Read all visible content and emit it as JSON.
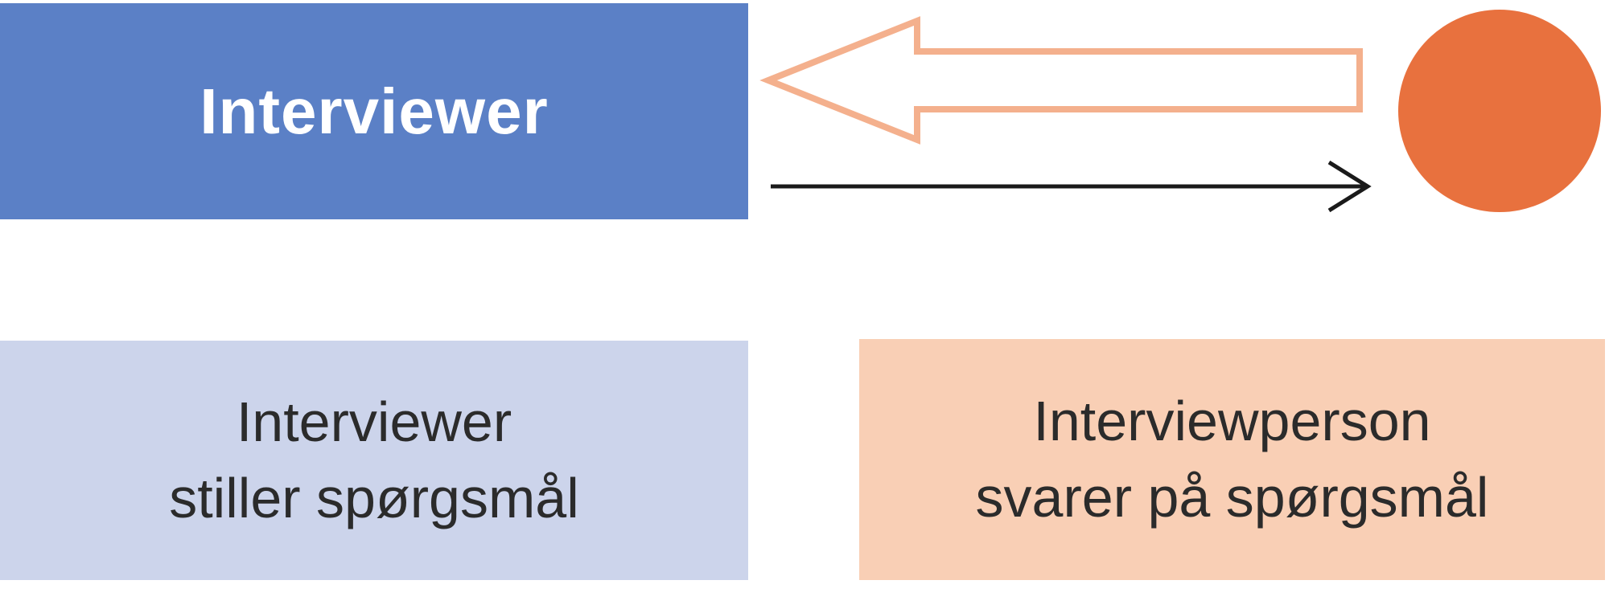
{
  "top_box": {
    "label": "Interviewer"
  },
  "bottom_left": {
    "line1": "Interviewer",
    "line2": "stiller spørgsmål"
  },
  "bottom_right": {
    "line1": "Interviewperson",
    "line2": "svarer på spørgsmål"
  },
  "icons": {
    "answer_arrow": "left-block-arrow-outline",
    "question_arrow": "right-thin-arrow",
    "interviewperson": "filled-circle"
  },
  "colors": {
    "top_box_blue": "#5b80c6",
    "top_box_text": "#ffffff",
    "bottom_left_lavender": "#ccd4eb",
    "bottom_right_peach": "#f9cfb5",
    "circle_orange": "#e8713e",
    "arrow_outline_peach": "#f4b08d",
    "question_arrow_black": "#1a1a1a",
    "caption_text": "#2b2b2b"
  }
}
